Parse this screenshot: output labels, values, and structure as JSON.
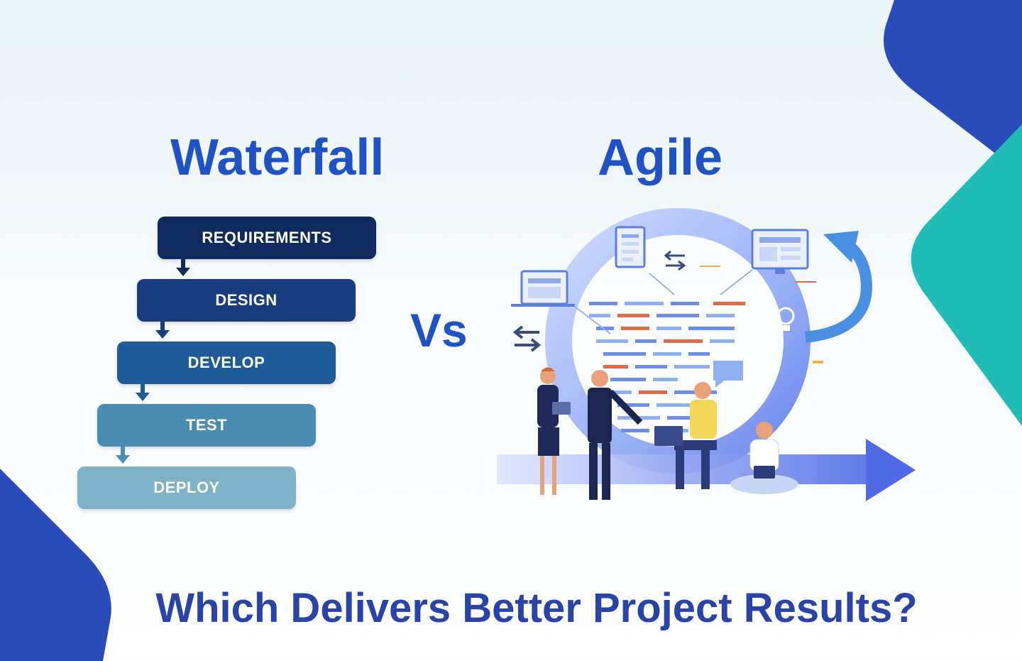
{
  "colors": {
    "heading": "#1f52c4",
    "question": "#2a43a6",
    "corner_blue": "#2a4cb8",
    "corner_teal": "#21bcb6"
  },
  "waterfall": {
    "title": "Waterfall",
    "steps": [
      {
        "label": "REQUIREMENTS",
        "color": "#0f2a5e"
      },
      {
        "label": "DESIGN",
        "color": "#173d7e"
      },
      {
        "label": "DEVELOP",
        "color": "#1e5b98"
      },
      {
        "label": "TEST",
        "color": "#4a8cb2"
      },
      {
        "label": "DEPLOY",
        "color": "#7eb2c9"
      }
    ]
  },
  "vs_label": "Vs",
  "agile": {
    "title": "Agile",
    "illustration_icons": [
      "monitor-icon",
      "document-icon",
      "swap-arrows-icon",
      "lightbulb-icon",
      "cycle-arrow-icon",
      "forward-arrow-icon",
      "chat-bubble-icon",
      "laptop-icon",
      "tablet-icon"
    ]
  },
  "question": "Which Delivers Better Project Results?"
}
